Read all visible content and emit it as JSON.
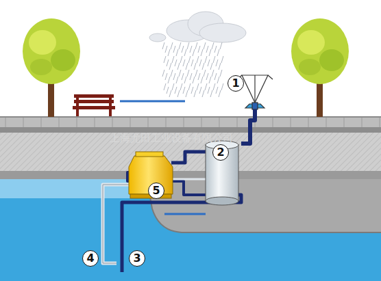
{
  "diagram": {
    "labels": [
      "1",
      "2",
      "3",
      "4",
      "5",
      "上海尤田工业设备有限公司"
    ]
  }
}
